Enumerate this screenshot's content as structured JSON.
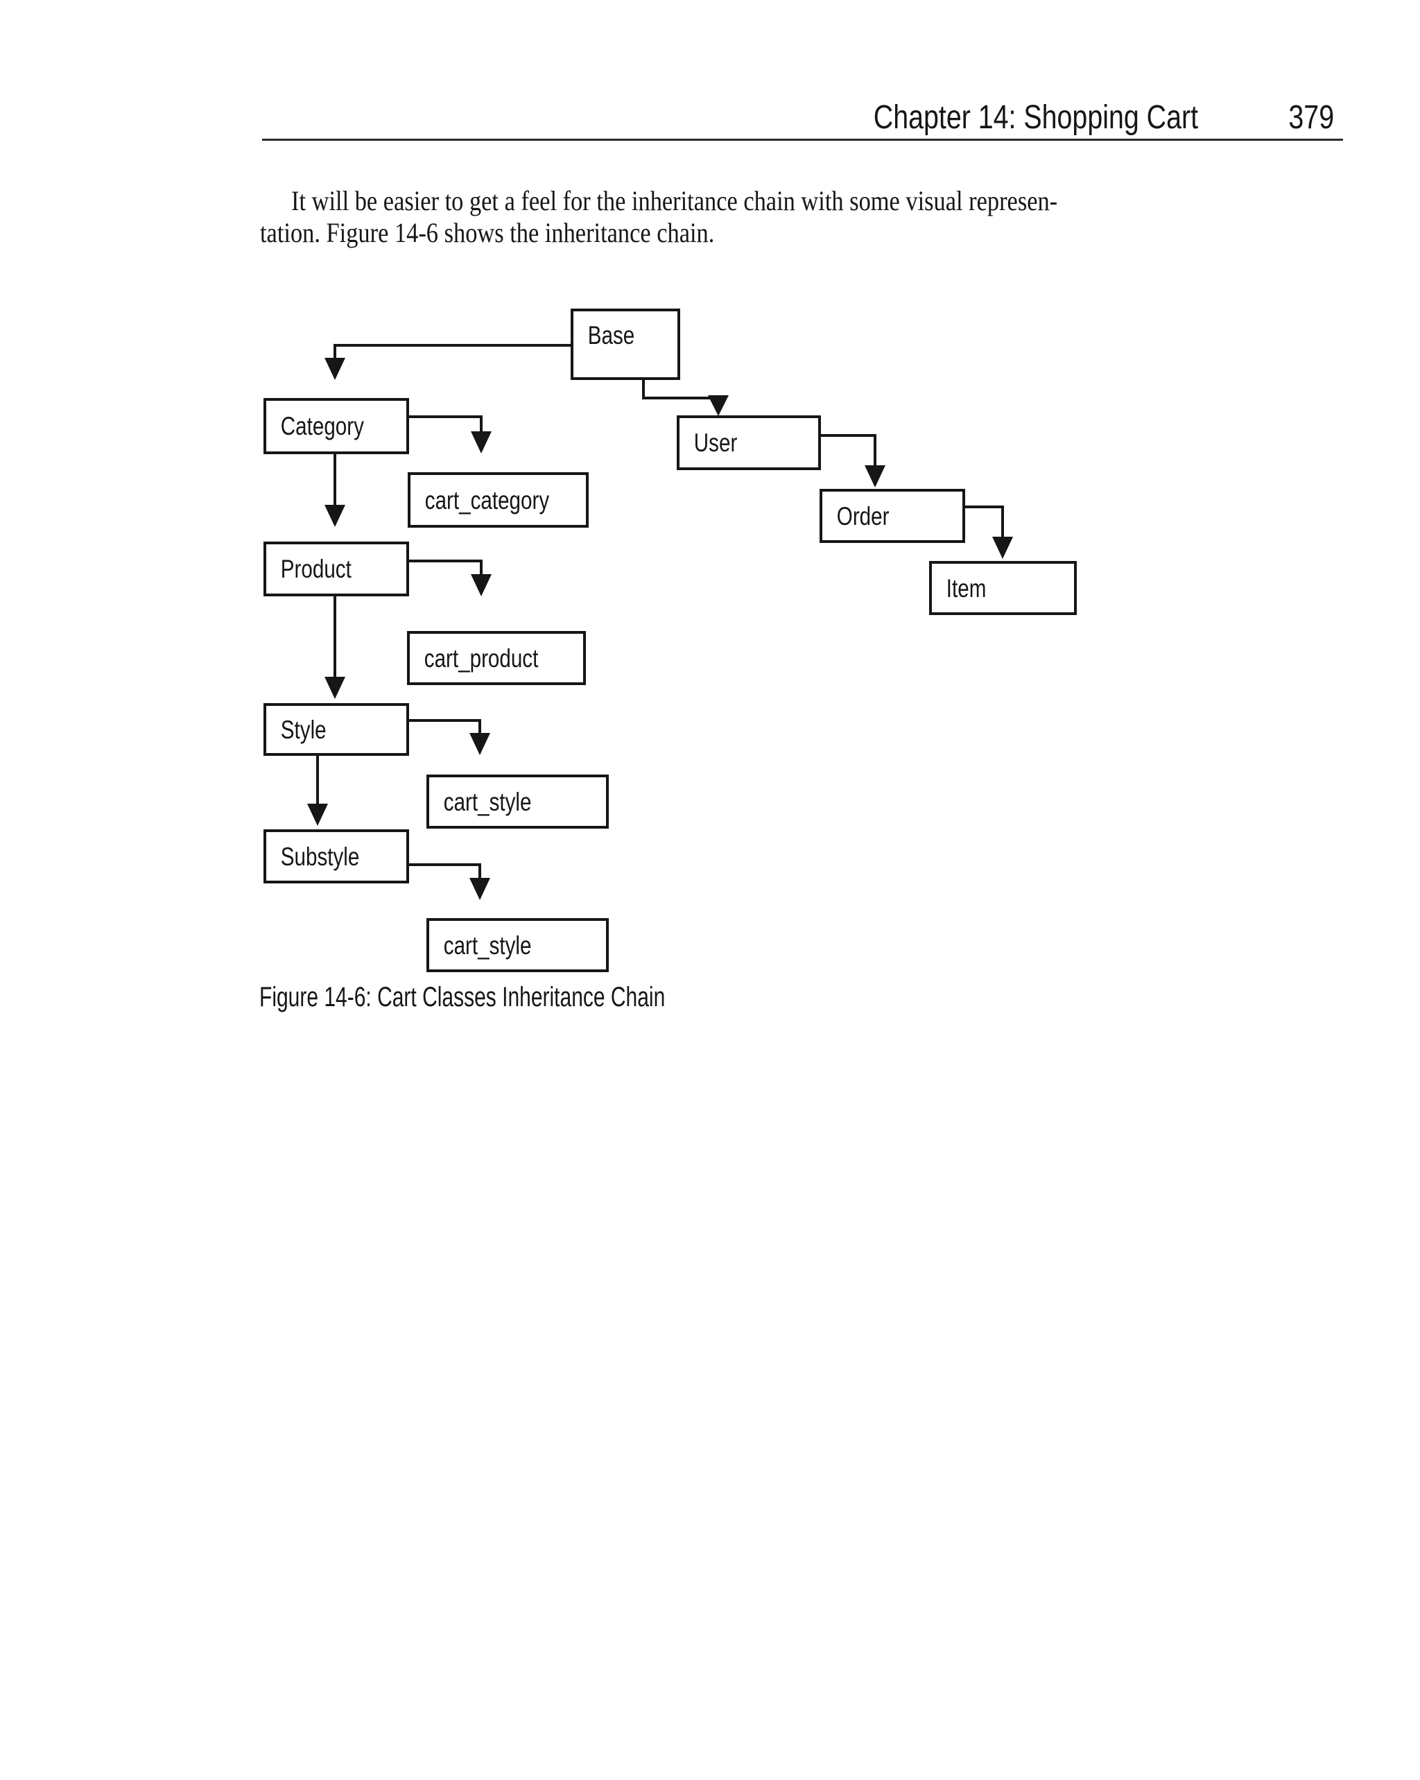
{
  "colors": {
    "ink": "#161616",
    "paper": "#ffffff"
  },
  "header": {
    "title": "Chapter 14: Shopping Cart",
    "page_number": "379"
  },
  "paragraph": {
    "line1": "It will be easier to get a feel for the inheritance chain with some visual represen-",
    "line2": "tation. Figure 14-6 shows the inheritance chain."
  },
  "figure": {
    "caption": "Figure 14-6: Cart Classes Inheritance Chain",
    "nodes": [
      {
        "id": "base",
        "label": "Base"
      },
      {
        "id": "category",
        "label": "Category"
      },
      {
        "id": "cart_category",
        "label": "cart_category"
      },
      {
        "id": "user",
        "label": "User"
      },
      {
        "id": "order",
        "label": "Order"
      },
      {
        "id": "item",
        "label": "Item"
      },
      {
        "id": "product",
        "label": "Product"
      },
      {
        "id": "cart_product",
        "label": "cart_product"
      },
      {
        "id": "style",
        "label": "Style"
      },
      {
        "id": "cart_style_1",
        "label": "cart_style"
      },
      {
        "id": "substyle",
        "label": "Substyle"
      },
      {
        "id": "cart_style_2",
        "label": "cart_style"
      }
    ],
    "edges": [
      {
        "from": "Base",
        "to": "Category"
      },
      {
        "from": "Base",
        "to": "User"
      },
      {
        "from": "Category",
        "to": "cart_category"
      },
      {
        "from": "Category",
        "to": "Product"
      },
      {
        "from": "User",
        "to": "Order"
      },
      {
        "from": "Order",
        "to": "Item"
      },
      {
        "from": "Product",
        "to": "cart_product"
      },
      {
        "from": "Product",
        "to": "Style"
      },
      {
        "from": "Style",
        "to": "cart_style"
      },
      {
        "from": "Style",
        "to": "Substyle"
      },
      {
        "from": "Substyle",
        "to": "cart_style"
      }
    ]
  }
}
